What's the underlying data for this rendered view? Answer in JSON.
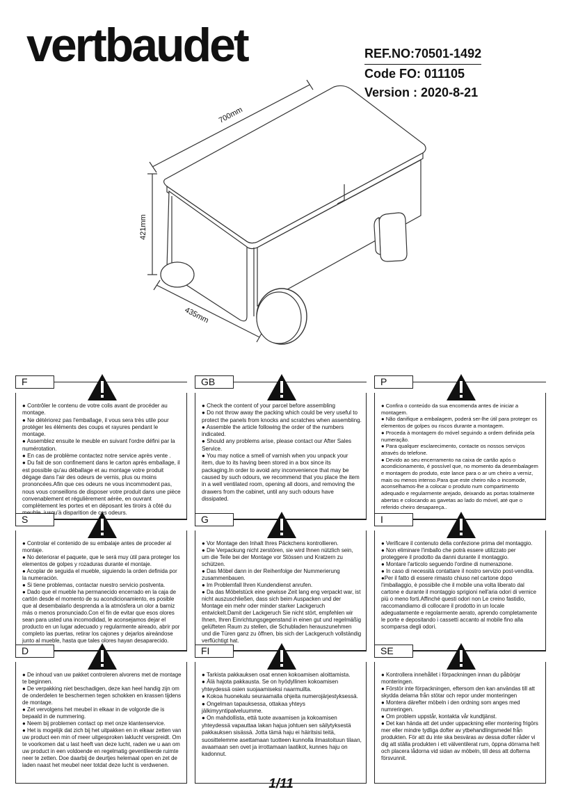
{
  "brand": "vertbaudet",
  "header": {
    "ref_no": "REF.NO:70501-1492",
    "code_fo": "Code FO: 011105",
    "version": "Version : 2020-8-21"
  },
  "dimensions": {
    "width": "700mm",
    "height": "421mm",
    "depth": "435mm"
  },
  "cards": [
    {
      "tag": "F",
      "lines": [
        "● Contrôler le contenu de votre colis avant de procéder au montage.",
        "● Ne détériorez pas l'emballage, il vous sera très utile pour protéger les éléments des coups et rayures     pendant le montage.",
        "● Assemblez ensuite le meuble en suivant l'ordre défini par la numérotation.",
        "● En cas de problème contactez notre service après vente .",
        "● Du fait de son confinement dans le carton après emballage, il est possible qu'au déballage et au montage votre produit dégage dans l'air des odeurs de vernis, plus ou moins prononcées.Afin que ces odeurs ne vous incommodent pas, nous vous conseillons de disposer votre produit dans une pièce convenablement et régulièrement aérée, en ouvrant complètement les portes et en déposant les tiroirs à côté du meuble, jusqu'à disparition de ces odeurs."
      ]
    },
    {
      "tag": "GB",
      "lines": [
        "● Check the content of your parcel before assembling",
        "● Do not throw away the packing which could be very useful to protect the panels from knocks and scratches when assembling.",
        "● Assemble the article following the order of the numbers indicated.",
        "● Should any problems arise, please contact our After Sales Service.",
        "● You may notice a smell of varnish when you unpack your item, due to its having been stored in a box since its packaging.In order to avoid any inconvenience that may be caused by such odours, we recommend that you place the item in a well ventilated room, opening all doors, and removing the drawers from the cabinet, until any such odours have dissipated."
      ]
    },
    {
      "tag": "P",
      "lines": [
        "● Confira o conteúdo da sua encomenda antes de iniciar a montagem.",
        "● Não danifique a embalagem, poderá ser-lhe útil para proteger os elementos de golpes ou riscos durante a montagem.",
        "● Proceda à montagem do móvel seguindo a ordem definida pela numeração.",
        "● Para qualquer esclarecimento, contacte os nossos serviços através do telefone.",
        "● Devido ao seu encerramento na caixa de cartão após o acondicionamento, é possível que, no momento da desembalagem e montagem do produto, este lance para o ar um cheiro a verniz, mais ou menos intenso.Para que este cheiro não o incomode, aconselhamos-lhe a colocar o produto num compartimento adequado e regularmente arejado, deixando as portas totalmente abertas e colocando as gavetas ao lado do móvel, até que o referido cheiro desapareça.."
      ]
    },
    {
      "tag": "S",
      "lines": [
        "● Controlar el contenido de su embalaje antes de proceder al montaje.",
        "● No deteriorar el paquete, que le será muy útil para proteger los elementos de golpes y rozaduras durante el montaje.",
        "● Acoplar de seguida el mueble, siguiendo la orden definida por la numeración.",
        "● Si tiene problemas, contactar nuestro servicio postventa.",
        "● Dado que el mueble ha permanecido encerrado en la caja de cartón desde el momento de su acondicionamiento, es posible que al desembalarlo desprenda a la atmósfera un olor a barniz más o menos pronunciado.Con el fin de evitar que esos olores sean para usted una incomodidad, le aconsejamos dejar el producto en un lugar adecuado y regularmente aireado, abrir por completo las puertas, retirar los cajones y dejarlos aireándose junto al mueble, hasta que tales olores hayan desaparecido."
      ]
    },
    {
      "tag": "G",
      "lines": [
        "● Vor Montage den Inhalt Ihres Päckchens kontrollieren.",
        "● Die Verpackung nicht zerstören, sie wird Ihnen nützlich sein, um die Teile bei der Montage vor Stössen und Kratzern zu schützen.",
        "● Das Möbel dann in der Reihenfolge der Nummerierung zusammenbauen.",
        "● Im Problemfall Ihren Kundendienst anrufen.",
        "● Da das Möbelstück eine gewisse Zeit lang eng verpackt war, ist nicht auszuschließen, dass sich beim Auspacken und der Montage ein mehr oder minder starker Lackgeruch entwickelt.Damit der Lackgeruch Sie nicht stört, empfehlen wir Ihnen, Ihren Einrichtungsgegenstand in einen gut und regelmäßig gelüfteten Raum zu stellen, die Schubladen herauszunehmen und die Türen ganz zu öffnen, bis sich der Lackgeruch vollständig verflüchtigt hat."
      ]
    },
    {
      "tag": "I",
      "lines": [
        "● Verificare il contenuto della confezione prima del montaggio.",
        "● Non eliminare l'imballo che potrà essere utilizzato per proteggere il prodotto da danni durante il montaggio.",
        "● Montare l'articolo seguendo l'ordine di numerazione.",
        "● In caso di necessità contattare il nostro servizio post-vendita.",
        "●Per il fatto di essere rimasto chiuso nel cartone dopo l'imballaggio, è possibile che il mobile una volta liberato dal cartone e durante il montaggio sprigioni nell'aria odori di vernice più o meno forti.Affinché questi odori non Le creino fastidio, raccomandiamo di collocare il prodotto in un locale adeguatamente e regolarmente aerato, aprendo completamente le porte e depositando i cassetti accanto al mobile fino alla scomparsa degli odori."
      ]
    },
    {
      "tag": "D",
      "lines": [
        "● De inhoud van uw pakket controleren alvorens met de montage te beginnen.",
        "● De verpakking niet beschadigen, deze kan heel handig zijn om de onderdelen te beschermen tegen schokken en krassen tijdens de montage.",
        "● Zet vervolgens het meubel in elkaar in de volgorde die is bepaald in de nummering.",
        "● Neem bij problemen contact op met onze klantenservice.",
        "● Het is mogelijk dat zich bij het uitpakken en in elkaar zetten van uw product een min of meer uitgesproken laklucht verspreidt. Om te voorkomen dat u last heeft van deze lucht, raden we u aan om uw product in een voldoende en regelmatig geventileerde ruimte neer te zetten. Doe daarbij de deurtjes helemaal open en zet de laden naast het meubel neer totdat deze lucht is verdwenen."
      ]
    },
    {
      "tag": "FI",
      "lines": [
        "● Tarkista pakkauksen osat ennen kokoamisen aloittamista.",
        "● Älä hajota pakkausta. Se on hyödyllinen kokoamisen yhteydessä osien suojaamiseksi naarmuilta.",
        "● Kokoa huonekalu seuraamalla ohjeita numerojärjestyksessä.",
        "● Ongelman tapauksessa, ottakaa yhteys jälkimyyntipalveluumme.",
        "● On mahdollista, että tuote avaamisen ja kokoamisen yhteydessä vapauttaa lakan hajua johtuen sen säilytyksestä pakkauksen sisässä. Jotta tämä haju ei häiritsisi teitä, suosittelemme asettamaan tuotteen kunnolla ilmastoituun tilaan, avaamaan sen ovet ja irrottamaan laatikot, kunnes haju on kadonnut."
      ]
    },
    {
      "tag": "SE",
      "lines": [
        "● Kontrollera innehållet i förpackningen innan du påbörjar monteringen.",
        "● Förstör inte förpackningen, eftersom den kan användas till att skydda delarna från stötar och repor under monteringen",
        "● Montera därefter möbeln i den ordning som anges med numreringen.",
        "● Om problem uppstår, kontakta vår kundtjänst.",
        "● Det kan hända att det under uppackning eller montering frigörs mer eller mindre tydliga dofter av ytbehandlingsmedel från produkten. För att du inte ska besväras av dessa dofter råder vi dig att ställa produkten i ett välventilerat rum, öppna dörrarna helt och placera lådorna vid sidan av möbeln, till dess att dofterna försvunnit."
      ]
    }
  ],
  "page_number": "1/11"
}
